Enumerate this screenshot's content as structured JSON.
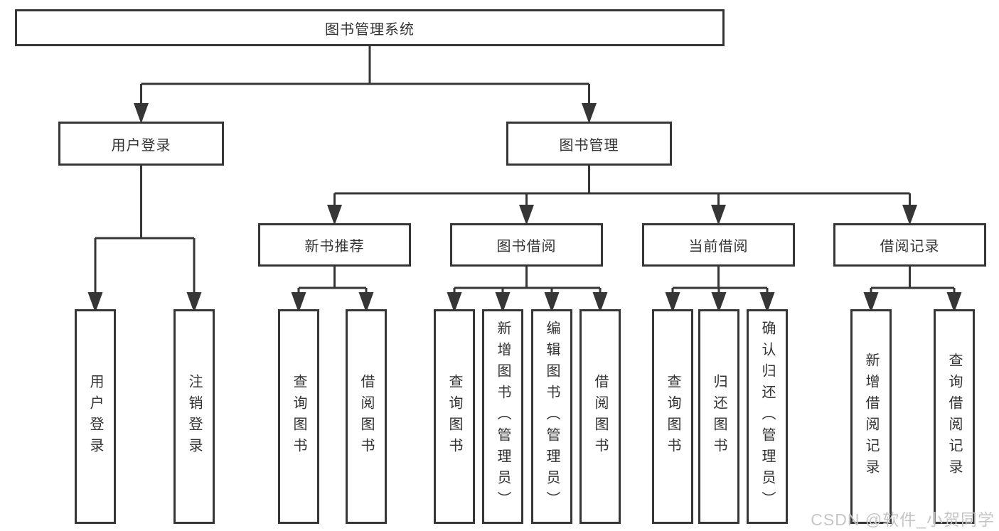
{
  "diagram": {
    "root": "图书管理系统",
    "level2": [
      "用户登录",
      "图书管理"
    ],
    "level3": [
      "新书推荐",
      "图书借阅",
      "当前借阅",
      "借阅记录"
    ],
    "leaves": {
      "login": [
        "用户登录",
        "注销登录"
      ],
      "recommend": [
        "查询图书",
        "借阅图书"
      ],
      "borrow": [
        "查询图书",
        "新增图书（管理员）",
        "编辑图书（管理员）",
        "借阅图书"
      ],
      "current": [
        "查询图书",
        "归还图书",
        "确认归还（管理员）"
      ],
      "record": [
        "新增借阅记录",
        "查询借阅记录"
      ]
    }
  },
  "watermark": "CSDN @软件_小贺同学",
  "colors": {
    "line": "#363636",
    "text": "#333333",
    "box_fill": "#ffffff",
    "watermark": "#c6c6c6"
  }
}
